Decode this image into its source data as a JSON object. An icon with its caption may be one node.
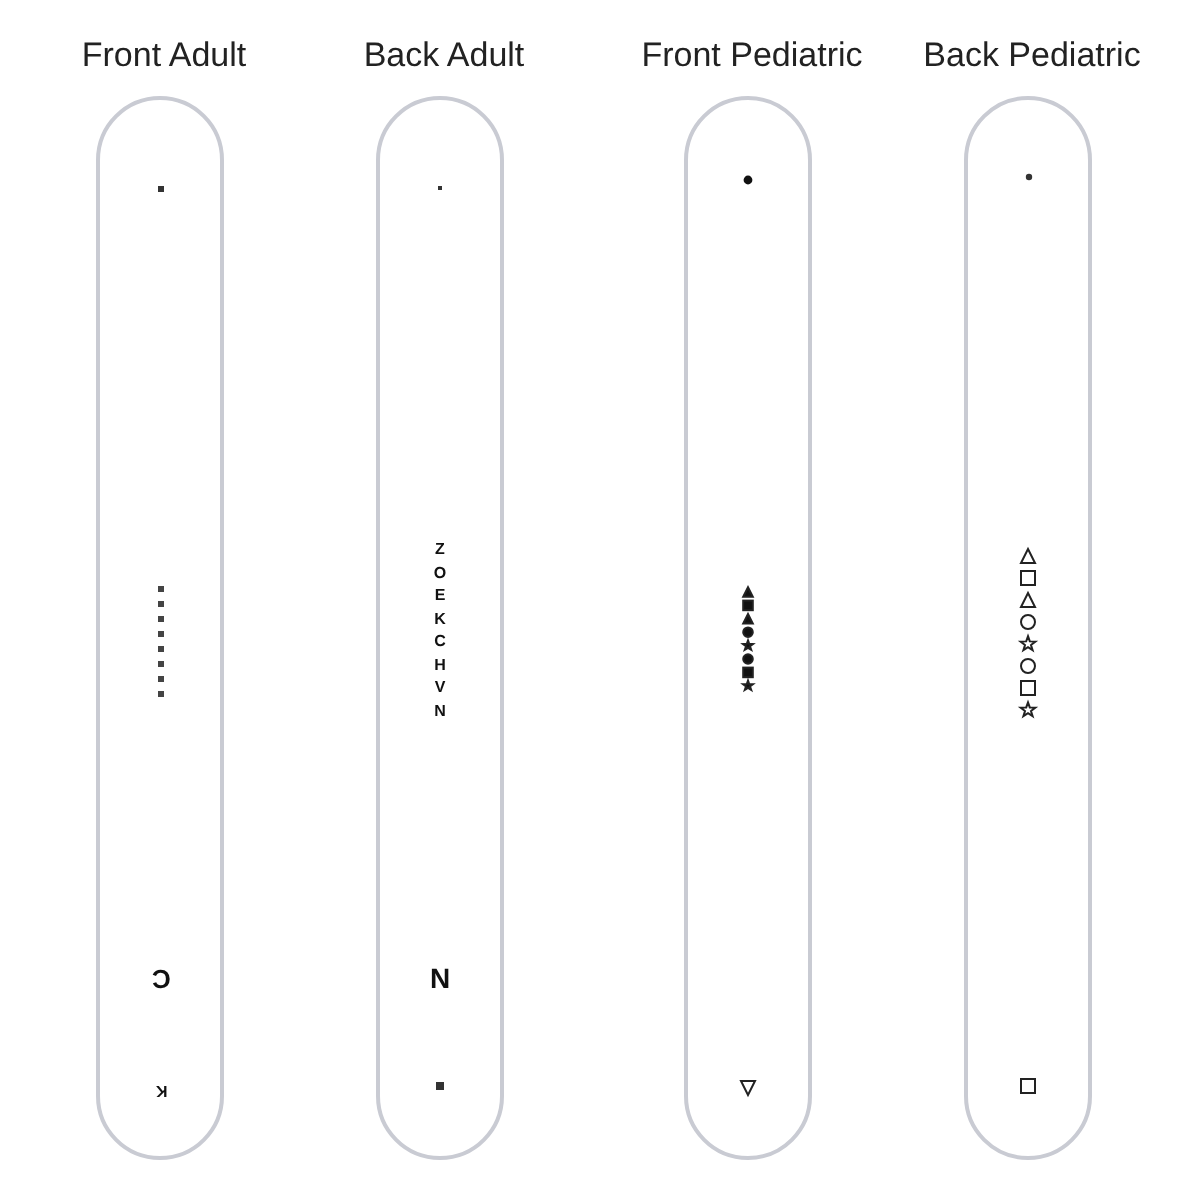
{
  "diagram": {
    "nodes": [
      {
        "text": [
          "Front Adult",
          "C",
          "K"
        ]
      },
      {
        "text": [
          "Back Adult",
          "Z O E K C H V N",
          "N"
        ]
      },
      {
        "text": [
          "Front Pediatric"
        ]
      },
      {
        "text": [
          "Back Pediatric"
        ]
      }
    ]
  }
}
